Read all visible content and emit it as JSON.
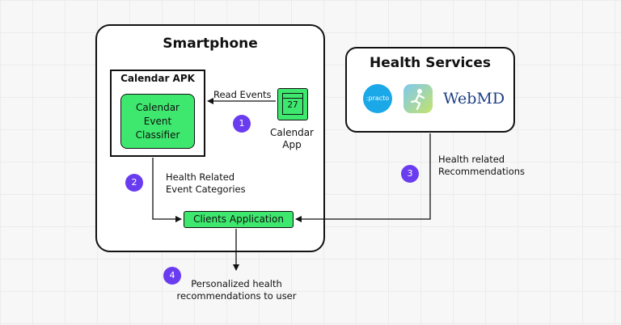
{
  "smartphone": {
    "title": "Smartphone"
  },
  "calendar_apk": {
    "title": "Calendar APK",
    "classifier_lines": [
      "Calendar",
      "Event",
      "Classifier"
    ]
  },
  "calendar_app": {
    "date": "27",
    "label_lines": [
      "Calendar",
      "App"
    ]
  },
  "health_services": {
    "title": "Health Services",
    "logos": {
      "practo": ":practo",
      "webmd": "WebMD"
    }
  },
  "clients_application": "Clients Application",
  "edges": {
    "read_events": "Read Events",
    "event_categories": [
      "Health Related",
      "Event Categories"
    ],
    "recommendations": [
      "Health related",
      "Recommendations"
    ],
    "personalized": [
      "Personalized health",
      "recommendations to user"
    ]
  },
  "steps": [
    "1",
    "2",
    "3",
    "4"
  ],
  "colors": {
    "accent_green": "#3ee86e",
    "badge_purple": "#6a3cf0",
    "webmd_blue": "#1c3f86",
    "practo_blue": "#1aa8e8"
  }
}
